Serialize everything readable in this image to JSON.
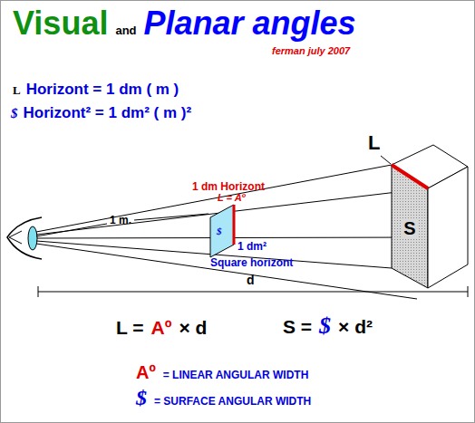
{
  "diagram": {
    "nodes": [
      {
        "text": [
          "S"
        ]
      }
    ],
    "labels": [
      "Visual",
      "and",
      "Planar angles",
      "ferman july 2007",
      "L",
      "Horizont = 1 dm ( m )",
      "$",
      "Horizont² = 1 dm² ( m )²",
      "1 dm Horizont",
      "L = Aº",
      "1 m.",
      "$",
      "1 dm²",
      "Square horizont",
      "L",
      "d",
      "L =",
      "Aº",
      "× d",
      "S =",
      "$",
      "× d²",
      "Aº",
      "= LINEAR ANGULAR WIDTH",
      "$",
      "= SURFACE ANGULAR WIDTH"
    ]
  }
}
